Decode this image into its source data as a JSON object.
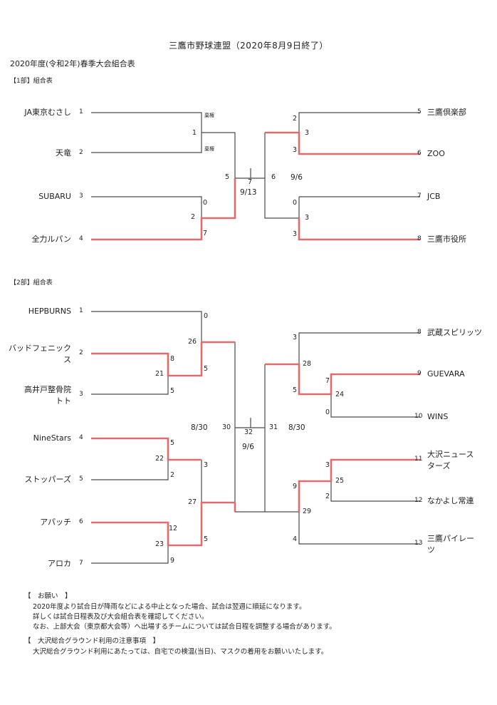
{
  "title": "三鷹市野球連盟（2020年8月9日終了）",
  "subtitle": "2020年度(令和2年)春季大会組合表",
  "division1": {
    "heading": "【1部】組合表",
    "teams": [
      {
        "seed": "1",
        "name": "JA東京むさし"
      },
      {
        "seed": "2",
        "name": "天竜"
      },
      {
        "seed": "3",
        "name": "SUBARU"
      },
      {
        "seed": "4",
        "name": "全力ルパン"
      },
      {
        "seed": "5",
        "name": "三鷹倶楽部"
      },
      {
        "seed": "6",
        "name": "ZOO"
      },
      {
        "seed": "7",
        "name": "JCB"
      },
      {
        "seed": "8",
        "name": "三鷹市役所"
      }
    ],
    "games": {
      "g1": "1",
      "g2": "2",
      "g5": "5",
      "g6": "6",
      "g7": "7"
    },
    "forfeit": "棄権",
    "scores": {
      "m1_top": "",
      "m2_top": "0",
      "m2_bot": "7",
      "m3_top": "2",
      "m3_bot": "3",
      "m4_top": "0",
      "m4_bot": "3",
      "sf_right_top": "3",
      "sf_right_bot": "3"
    },
    "dates": {
      "final": "9/13",
      "right": "9/6"
    }
  },
  "division2": {
    "heading": "【2部】組合表",
    "teams": [
      {
        "seed": "1",
        "name": "HEPBURNS"
      },
      {
        "seed": "2",
        "name": "バッドフェニックス"
      },
      {
        "seed": "3",
        "name": "高井戸整骨院トト"
      },
      {
        "seed": "4",
        "name": "NineStars"
      },
      {
        "seed": "5",
        "name": "ストッパーズ"
      },
      {
        "seed": "6",
        "name": "アパッチ"
      },
      {
        "seed": "7",
        "name": "アロカ"
      },
      {
        "seed": "8",
        "name": "武蔵スピリッツ"
      },
      {
        "seed": "9",
        "name": "GUEVARA"
      },
      {
        "seed": "10",
        "name": "WINS"
      },
      {
        "seed": "11",
        "name": "大沢ニュースターズ"
      },
      {
        "seed": "12",
        "name": "なかよし常連"
      },
      {
        "seed": "13",
        "name": "三鷹パイレーツ"
      }
    ],
    "team_lines": {
      "t2a": "バッドフェニック",
      "t2b": "ス",
      "t3a": "高井戸整骨院",
      "t3b": "トト",
      "t11a": "大沢ニュース",
      "t11b": "ターズ",
      "t13a": "三鷹パイレー",
      "t13b": "ツ"
    },
    "games": {
      "g21": "21",
      "g22": "22",
      "g23": "23",
      "g24": "24",
      "g25": "25",
      "g26": "26",
      "g27": "27",
      "g28": "28",
      "g29": "29",
      "g30": "30",
      "g31": "31",
      "g32": "32"
    },
    "scores": {
      "s1": "0",
      "s21a": "8",
      "s21b": "5",
      "s26b": "5",
      "s22a": "5",
      "s22b": "2",
      "s27a": "3",
      "s23a": "12",
      "s23b": "9",
      "s27b": "5",
      "s8": "3",
      "s24a": "7",
      "s24b": "0",
      "s28b": "5",
      "s25a": "3",
      "s25b": "2",
      "s29a": "9",
      "s13": "4"
    },
    "dates": {
      "left": "8/30",
      "right": "8/30",
      "final": "9/6"
    }
  },
  "notes": {
    "heading1": "【　お願い　】",
    "line1": "2020年度より試合日が降雨などによる中止となった場合、試合は翌週に順延になります。",
    "line2": "詳しくは試合日程表及び大会組合表を確認してください。",
    "line3": "なお、上部大会（東京都大会等）へ出場するチームについては試合日程を調整する場合があります。",
    "heading2": "【　大沢総合グラウンド利用の注意事項　】",
    "line4": "大沢総合グラウンド利用にあたっては、自宅での検温(当日)、マスクの着用をお願いいたします。"
  },
  "colors": {
    "line": "#4a4a4a",
    "winner": "#e06b6b"
  }
}
